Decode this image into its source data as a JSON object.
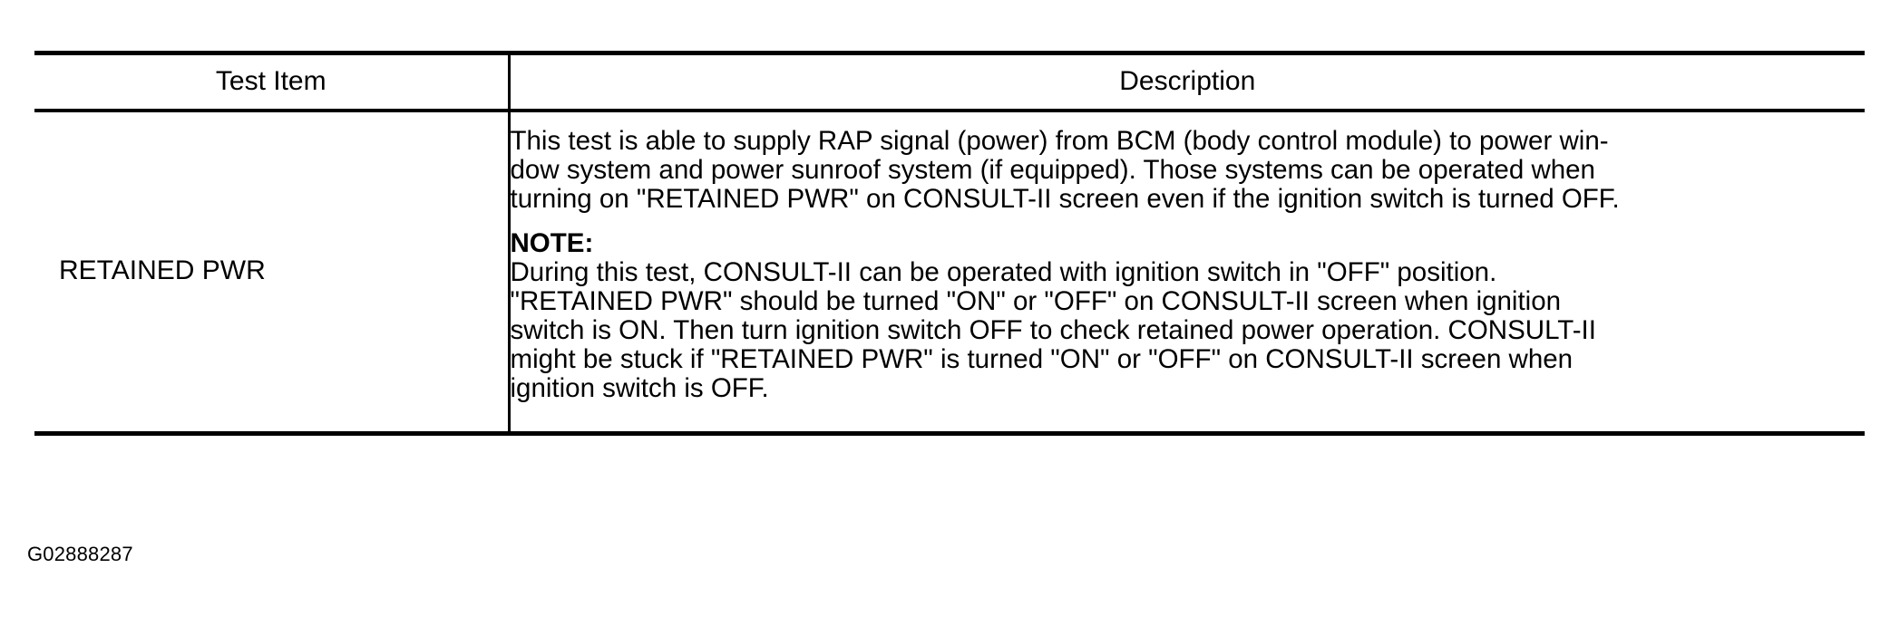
{
  "table": {
    "columns": [
      {
        "header": "Test Item"
      },
      {
        "header": "Description"
      }
    ],
    "rows": [
      {
        "test_item": "RETAINED PWR",
        "description": {
          "paragraph_lines": [
            "This test is able to supply RAP signal (power) from BCM (body control module) to power win-",
            "dow system and power sunroof system (if equipped). Those systems can be operated when",
            "turning on \"RETAINED PWR\" on CONSULT-II screen even if the ignition switch is turned OFF."
          ],
          "paragraph_text": "This test is able to supply RAP signal (power) from BCM (body control module) to power window system and power sunroof system (if equipped). Those systems can be operated when turning on \"RETAINED PWR\" on CONSULT-II screen even if the ignition switch is turned OFF.",
          "note_label": "NOTE:",
          "note_lines": [
            "During this test, CONSULT-II can be operated with ignition switch in \"OFF\" position.",
            "\"RETAINED PWR\" should be turned \"ON\" or \"OFF\" on CONSULT-II screen when ignition",
            "switch is ON. Then turn ignition switch OFF to check retained power operation. CONSULT-II",
            "might be stuck if \"RETAINED PWR\" is turned \"ON\" or \"OFF\" on CONSULT-II screen when",
            "ignition switch is OFF."
          ],
          "note_text": "During this test, CONSULT-II can be operated with ignition switch in \"OFF\" position. \"RETAINED PWR\" should be turned \"ON\" or \"OFF\" on CONSULT-II screen when ignition switch is ON. Then turn ignition switch OFF to check retained power operation. CONSULT-II might be stuck if \"RETAINED PWR\" is turned \"ON\" or \"OFF\" on CONSULT-II screen when ignition switch is OFF."
        }
      }
    ]
  },
  "figure_code": "G02888287",
  "colors": {
    "text": "#000000",
    "rule": "#000000",
    "background": "#ffffff"
  }
}
